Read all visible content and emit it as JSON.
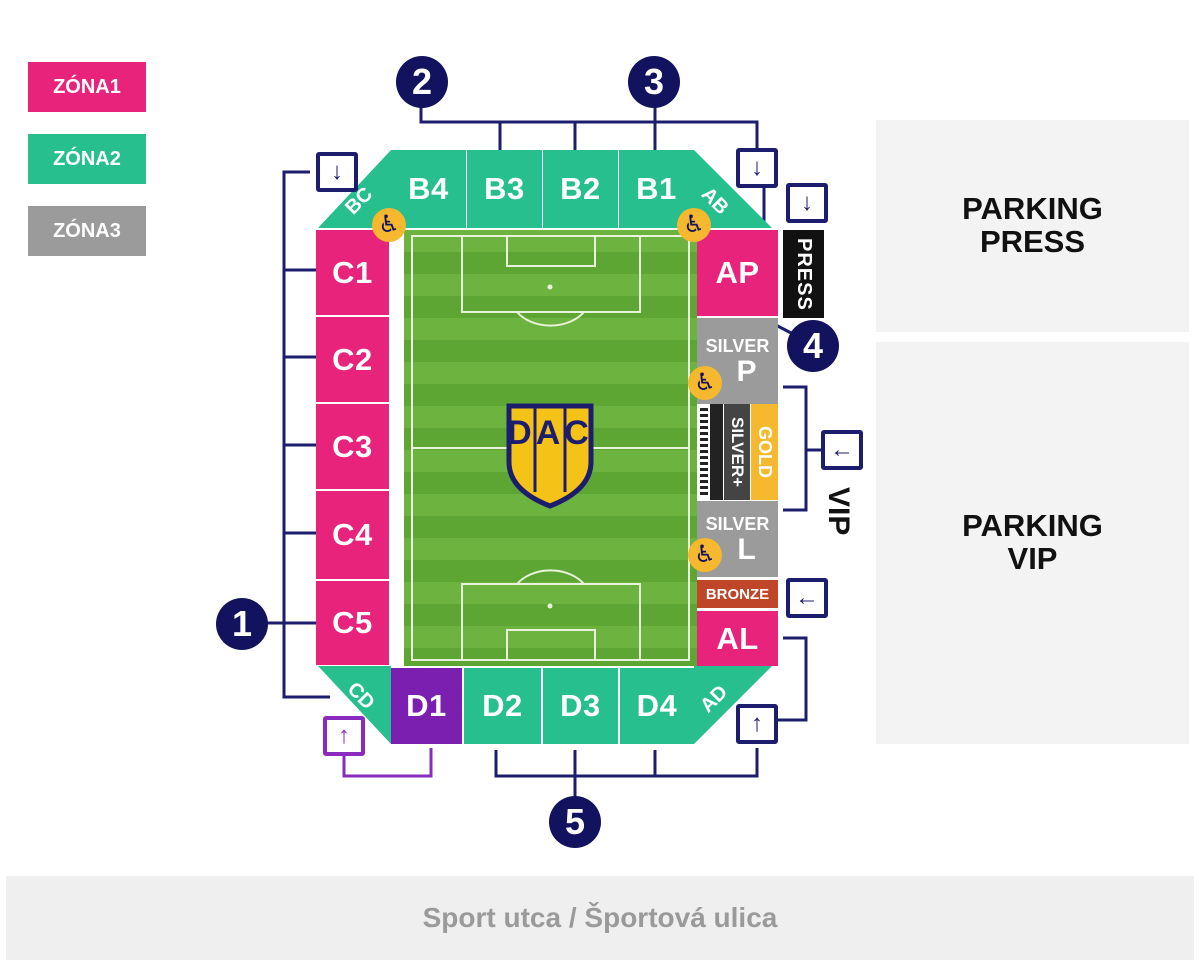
{
  "legend": [
    {
      "label": "ZÓNA1",
      "color": "#e8237b"
    },
    {
      "label": "ZÓNA2",
      "color": "#27bf8e"
    },
    {
      "label": "ZÓNA3",
      "color": "#9b9b9b"
    }
  ],
  "sections": {
    "top": [
      "B4",
      "B3",
      "B2",
      "B1"
    ],
    "left": [
      "C1",
      "C2",
      "C3",
      "C4",
      "C5"
    ],
    "bottom": [
      "D1",
      "D2",
      "D3",
      "D4"
    ],
    "corners": {
      "bc": "BC",
      "ab": "AB",
      "cd": "CD",
      "ad": "AD"
    },
    "ap": "AP",
    "al": "AL",
    "press": "PRESS",
    "silver_p_top": "SILVER",
    "silver_p_bottom": "P",
    "silver_plus": "SILVER+",
    "gold": "GOLD",
    "silver_l_top": "SILVER",
    "silver_l_bottom": "L",
    "bronze": "BRONZE"
  },
  "gates": [
    "1",
    "2",
    "3",
    "4",
    "5"
  ],
  "vip_label": "VIP",
  "parking_press": [
    "PARKING",
    "PRESS"
  ],
  "parking_vip": [
    "PARKING",
    "VIP"
  ],
  "street": "Sport utca / Športová ulica",
  "club_logo_text": "DAC",
  "colors": {
    "zone1": "#e8237b",
    "zone2": "#27bf8e",
    "zone3": "#9b9b9b",
    "dark_navy": "#12125e",
    "wheelchair": "#f5b82e",
    "gold": "#f5b82e",
    "bronze": "#c0462a",
    "purple": "#7b1fb0"
  },
  "icons": [
    "wheelchair-icon",
    "entry-arrow-icon",
    "club-crest-icon"
  ]
}
